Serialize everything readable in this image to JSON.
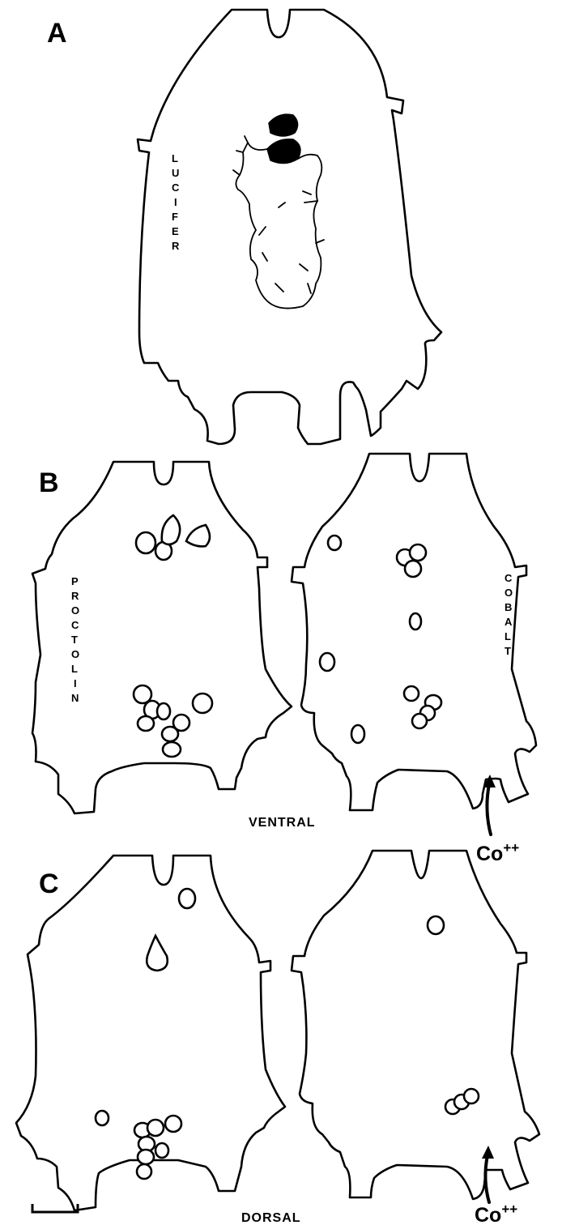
{
  "panels": {
    "a": {
      "letter": "A",
      "stain": "LUCIFER"
    },
    "b": {
      "letter": "B",
      "stain_left": "PROCTOLIN",
      "stain_right": "COBALT",
      "side": "VENTRAL"
    },
    "c": {
      "letter": "C",
      "side": "DORSAL"
    }
  },
  "cobalt_label": {
    "base": "Co",
    "superscript": "++"
  }
}
